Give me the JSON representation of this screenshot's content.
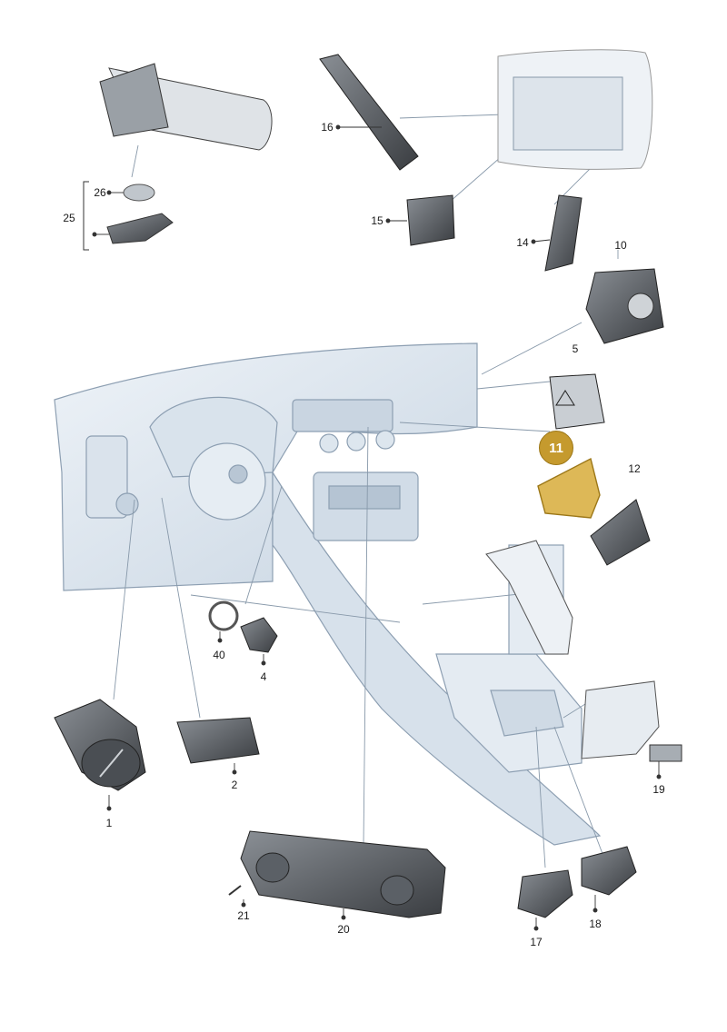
{
  "diagram": {
    "highlight_color": "#c59a2e",
    "callouts": [
      {
        "id": "1",
        "text": "1"
      },
      {
        "id": "2",
        "text": "2"
      },
      {
        "id": "4",
        "text": "4"
      },
      {
        "id": "5",
        "text": "5"
      },
      {
        "id": "10",
        "text": "10"
      },
      {
        "id": "11",
        "text": "11",
        "highlighted": true
      },
      {
        "id": "12",
        "text": "12"
      },
      {
        "id": "14",
        "text": "14"
      },
      {
        "id": "15",
        "text": "15"
      },
      {
        "id": "16",
        "text": "16"
      },
      {
        "id": "17",
        "text": "17"
      },
      {
        "id": "18",
        "text": "18"
      },
      {
        "id": "19",
        "text": "19"
      },
      {
        "id": "20",
        "text": "20"
      },
      {
        "id": "21",
        "text": "21"
      },
      {
        "id": "25",
        "text": "25"
      },
      {
        "id": "26",
        "text": "26"
      },
      {
        "id": "40",
        "text": "40"
      }
    ]
  }
}
